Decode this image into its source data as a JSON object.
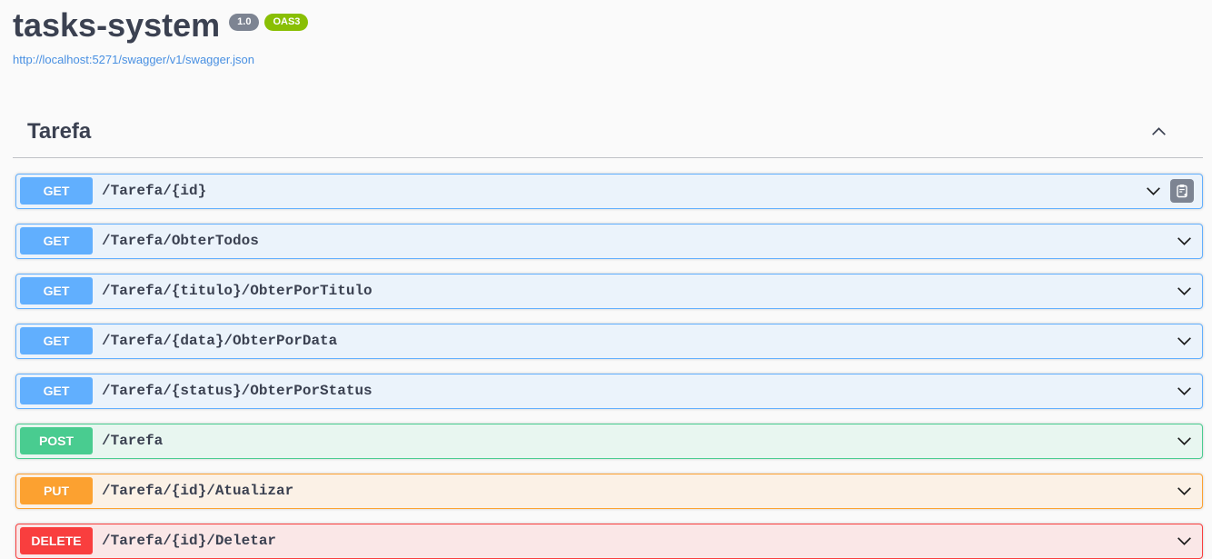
{
  "header": {
    "title": "tasks-system",
    "version_badge": "1.0",
    "oas_badge": "OAS3",
    "spec_url": "http://localhost:5271/swagger/v1/swagger.json"
  },
  "section": {
    "title": "Tarefa",
    "expanded": true
  },
  "operations": [
    {
      "method": "GET",
      "path": "/Tarefa/{id}",
      "has_copy": true
    },
    {
      "method": "GET",
      "path": "/Tarefa/ObterTodos",
      "has_copy": false
    },
    {
      "method": "GET",
      "path": "/Tarefa/{titulo}/ObterPorTitulo",
      "has_copy": false
    },
    {
      "method": "GET",
      "path": "/Tarefa/{data}/ObterPorData",
      "has_copy": false
    },
    {
      "method": "GET",
      "path": "/Tarefa/{status}/ObterPorStatus",
      "has_copy": false
    },
    {
      "method": "POST",
      "path": "/Tarefa",
      "has_copy": false
    },
    {
      "method": "PUT",
      "path": "/Tarefa/{id}/Atualizar",
      "has_copy": false
    },
    {
      "method": "DELETE",
      "path": "/Tarefa/{id}/Deletar",
      "has_copy": false
    }
  ],
  "colors": {
    "get": "#61affe",
    "post": "#49cc90",
    "put": "#fca130",
    "delete": "#f93e3e",
    "version_badge_bg": "#7d8492",
    "oas_badge_bg": "#89bf04",
    "link": "#4990e2",
    "heading_text": "#3b4151",
    "page_bg": "#fafafa"
  }
}
